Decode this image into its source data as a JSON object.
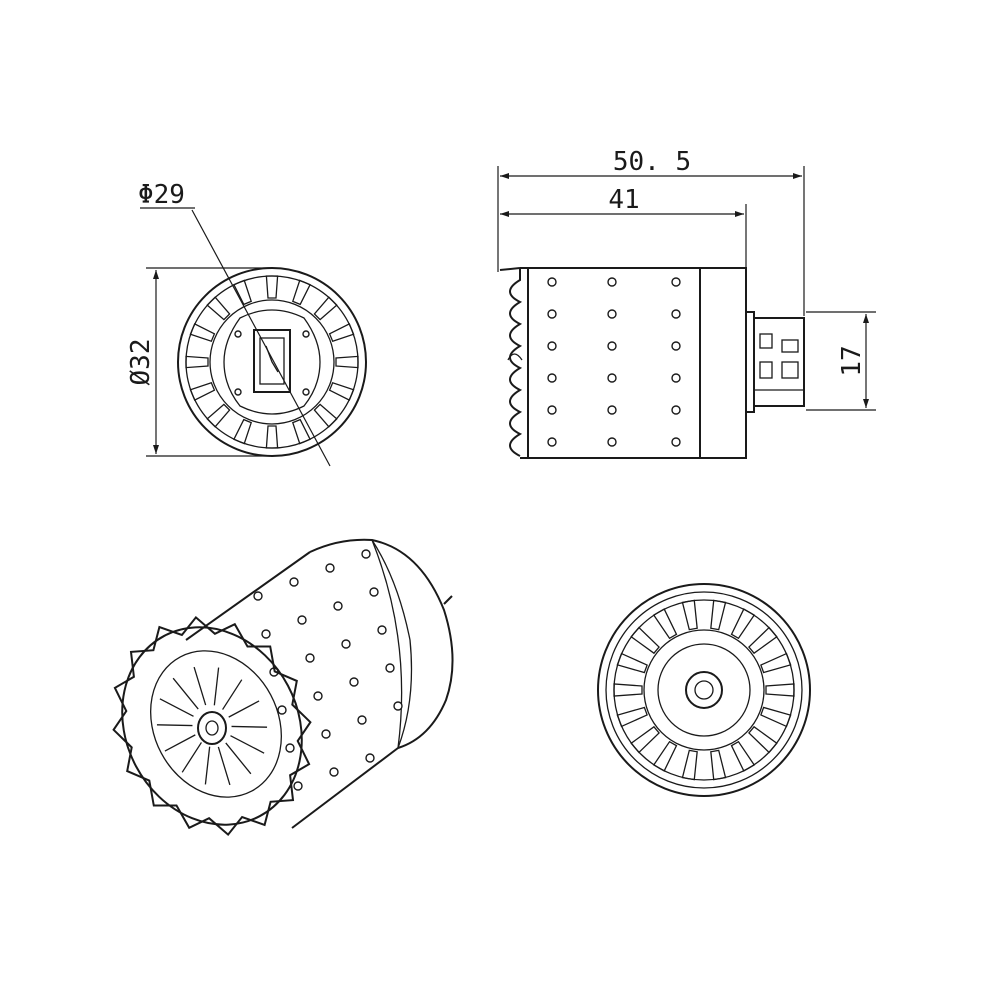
{
  "dimensions": {
    "overall_length": "50. 5",
    "body_length": "41",
    "inner_diameter": "Φ29",
    "outer_diameter": "Ø32",
    "connector_height": "17"
  },
  "colors": {
    "line": "#1a1a1a",
    "background": "#ffffff"
  }
}
